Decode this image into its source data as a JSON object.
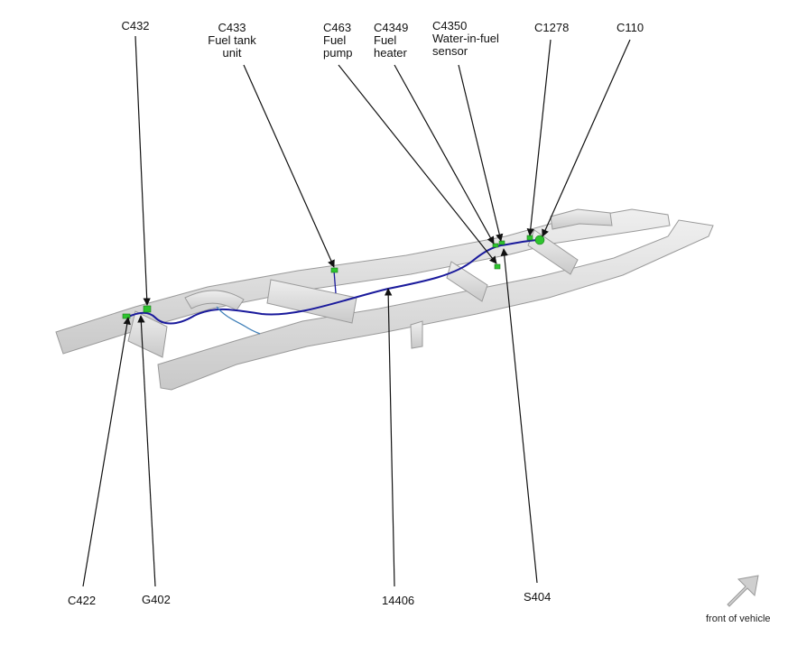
{
  "callouts": [
    {
      "id": "C432",
      "lines": [
        "C432"
      ]
    },
    {
      "id": "C433",
      "lines": [
        "C433",
        "Fuel tank",
        "unit"
      ]
    },
    {
      "id": "C463",
      "lines": [
        "C463",
        "Fuel",
        "pump"
      ]
    },
    {
      "id": "C4349",
      "lines": [
        "C4349",
        "Fuel",
        "heater"
      ]
    },
    {
      "id": "C4350",
      "lines": [
        "C4350",
        "Water-in-fuel",
        "sensor"
      ]
    },
    {
      "id": "C1278",
      "lines": [
        "C1278"
      ]
    },
    {
      "id": "C110",
      "lines": [
        "C110"
      ]
    },
    {
      "id": "C422",
      "lines": [
        "C422"
      ]
    },
    {
      "id": "G402",
      "lines": [
        "G402"
      ]
    },
    {
      "id": "14406",
      "lines": [
        "14406"
      ]
    },
    {
      "id": "S404",
      "lines": [
        "S404"
      ]
    }
  ],
  "orientation": {
    "label": "front of vehicle",
    "icon": "arrow-up-right-icon"
  },
  "colors": {
    "frame": "#dcdcdc",
    "frame_edge": "#9a9a9a",
    "harness": "#1a1a9c",
    "connector": "#2ec42e",
    "branch": "#3f7fb8"
  }
}
